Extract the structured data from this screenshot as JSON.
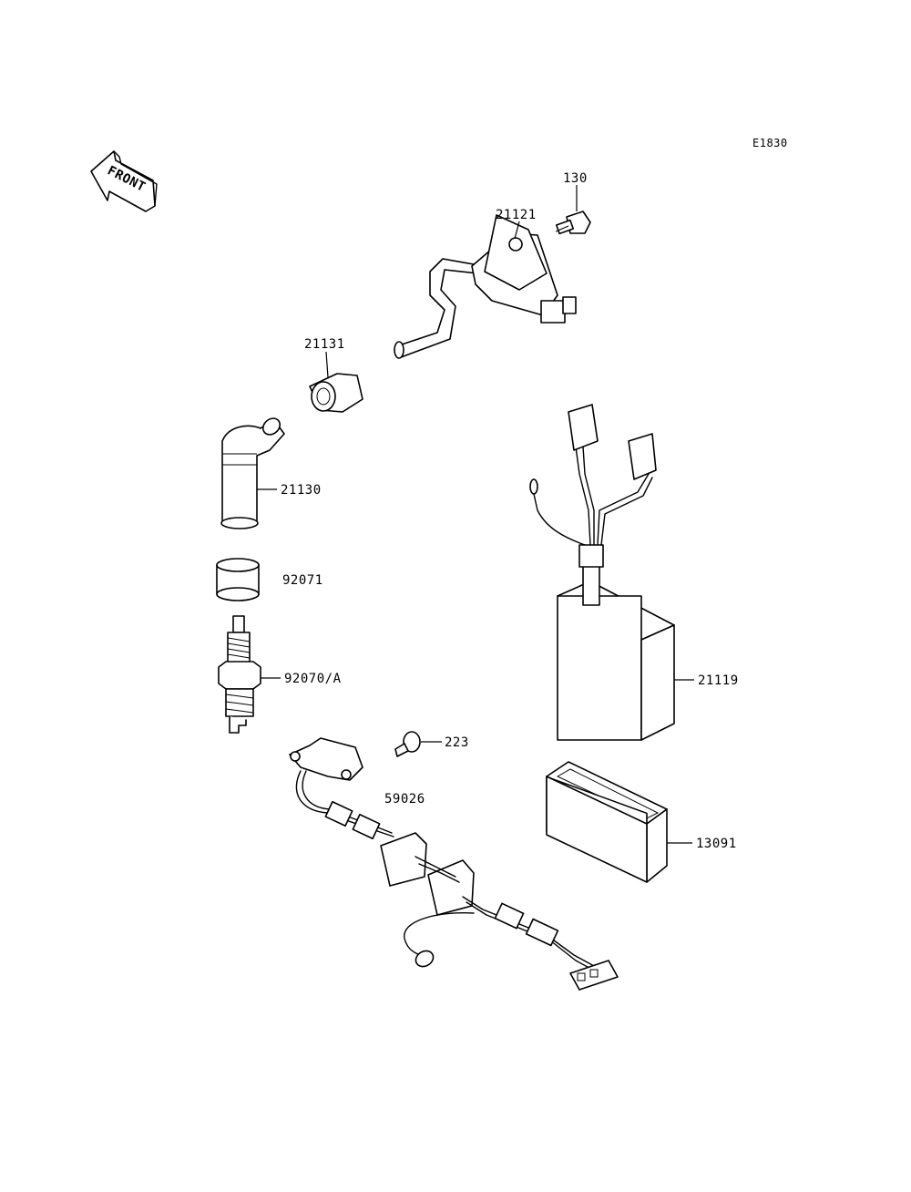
{
  "diagram_code": "E1830",
  "front_arrow_label": "FRONT",
  "labels": {
    "p130": "130",
    "p21121": "21121",
    "p21131": "21131",
    "p21130": "21130",
    "p92071": "92071",
    "p92070": "92070/A",
    "p223": "223",
    "p59026": "59026",
    "p21119": "21119",
    "p13091": "13091"
  }
}
